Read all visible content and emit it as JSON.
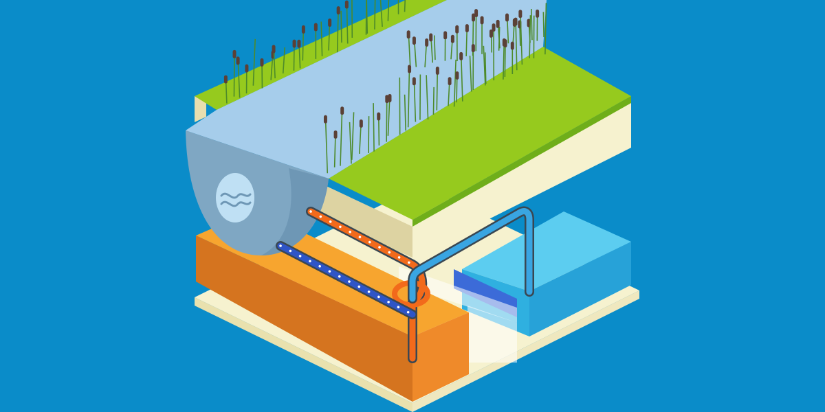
{
  "colors": {
    "background": "#0A8CC9",
    "base_top": "#F6F2CF",
    "base_front": "#E9E1AE",
    "base_right": "#EFE8BF",
    "orange_top": "#F7A52F",
    "orange_front": "#D5741F",
    "orange_right": "#EF8A2A",
    "water_top": "#5CCDF0",
    "water_front": "#2FB0E0",
    "water_right": "#27A2D8",
    "channel_blue": "#3C6BD8",
    "soil_front": "#F6F2CF",
    "soil_side": "#E8DEAF",
    "soil_cut": "#DDD3A2",
    "grass_top": "#96CA1E",
    "grass_edge": "#6FAE1A",
    "river_top": "#A6CDEB",
    "river_bank": "#BFD9EE",
    "river_face": "#7FA7C3",
    "river_face_dark": "#6E97B5",
    "icon_badge": "#BFE0F4",
    "pipe_orange": "#F26A1B",
    "pipe_blue_dark": "#2F55C7",
    "pipe_light_blue": "#39A5E2",
    "pipe_outline": "#3A4752",
    "pipe_dot": "#FFFFFF",
    "reed_stem": "#4D8A2A",
    "reed_head": "#5B4036"
  },
  "icons": {
    "flow": "wave-icon"
  },
  "reeds": {
    "count_back_left_bank": 26,
    "count_back_right_bank": 22,
    "count_front_bank": 36
  }
}
